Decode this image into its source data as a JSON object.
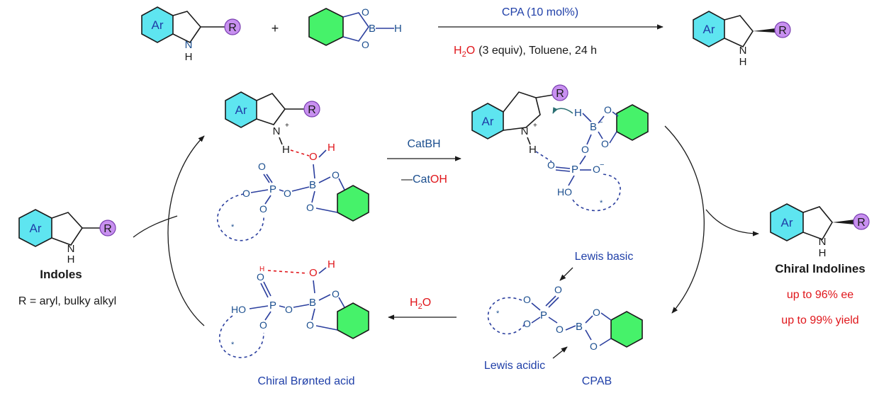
{
  "reaction": {
    "reactant1": {
      "ar": "Ar",
      "r": "R",
      "nh": "N",
      "h": "H"
    },
    "plus": "+",
    "reagent": {
      "o1": "O",
      "o2": "O",
      "b": "B",
      "h": "H"
    },
    "catalyst": "CPA (10 mol%)",
    "conditions_h2o": "H",
    "conditions_sub": "2",
    "conditions_o": "O",
    "conditions_rest": "(3 equiv), Toluene,  24 h",
    "product": {
      "ar": "Ar",
      "r": "R",
      "nh": "N",
      "h": "H"
    }
  },
  "cycle": {
    "indoles_label": "Indoles",
    "r_definition": "R = aryl, bulky alkyl",
    "indole": {
      "ar": "Ar",
      "r": "R",
      "n": "N",
      "h": "H"
    },
    "product_label": "Chiral Indolines",
    "ee": "up to 96% ee",
    "yield": "up to 99% yield",
    "product": {
      "ar": "Ar",
      "r": "R",
      "n": "N",
      "h": "H"
    },
    "catbh_label": "CatBH",
    "catoh_dash": "—",
    "catoh_cat": "Cat",
    "catoh_oh": "OH",
    "water_h": "H",
    "water_sub": "2",
    "water_o": "O",
    "lewis_basic": "Lewis basic",
    "lewis_acidic": "Lewis acidic",
    "cpab_label": "CPAB",
    "bronsted_label": "Chiral Brønted acid",
    "atoms": {
      "o": "O",
      "p": "P",
      "b": "B",
      "h": "H",
      "n": "N",
      "ho": "HO",
      "star": "*",
      "plus": "+",
      "minus": "−"
    }
  },
  "colors": {
    "cyan_ring": "#5ee5f0",
    "green_ring": "#46f26a",
    "r_group": "#c890f0",
    "blue": "#1f3fa8",
    "red": "#e0161b"
  }
}
